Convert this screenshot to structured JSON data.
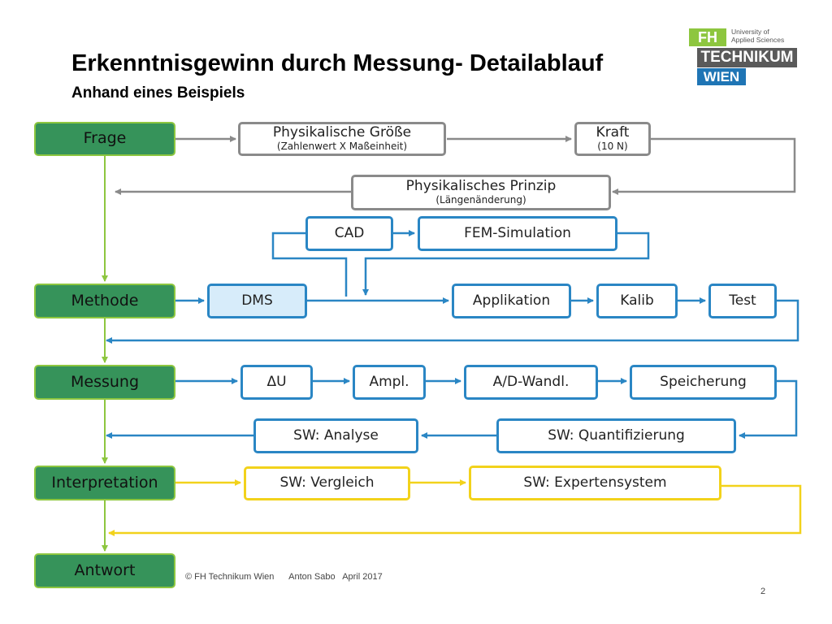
{
  "header": {
    "title": "Erkenntnisgewinn durch Messung- Detailablauf",
    "subtitle": "Anhand eines Beispiels"
  },
  "logo": {
    "fh": "FH",
    "university": "University of\nApplied Sciences",
    "technikum": "TECHNIKUM",
    "wien": "WIEN"
  },
  "stages": {
    "frage": "Frage",
    "methode": "Methode",
    "messung": "Messung",
    "interpretation": "Interpretation",
    "antwort": "Antwort"
  },
  "boxes": {
    "physikalische_groesse": {
      "label": "Physikalische Größe",
      "sub": "(Zahlenwert X Maßeinheit)"
    },
    "kraft": {
      "label": "Kraft",
      "sub": "(10 N)"
    },
    "physikalisches_prinzip": {
      "label": "Physikalisches Prinzip",
      "sub": "(Längenänderung)"
    },
    "cad": "CAD",
    "fem_simulation": "FEM-Simulation",
    "dms": "DMS",
    "applikation": "Applikation",
    "kalib": "Kalib",
    "test": "Test",
    "delta_u": "ΔU",
    "ampl": "Ampl.",
    "ad_wandl": "A/D-Wandl.",
    "speicherung": "Speicherung",
    "sw_analyse": "SW: Analyse",
    "sw_quantifizierung": "SW: Quantifizierung",
    "sw_vergleich": "SW: Vergleich",
    "sw_expertensystem": "SW: Expertensystem"
  },
  "footer": {
    "copyright": "© FH Technikum Wien",
    "author": "Anton Sabo",
    "date": "April 2017",
    "page": "2"
  },
  "colors": {
    "stage_fill": "#36935a",
    "stage_border": "#8dc63f",
    "grey": "#8a8a8a",
    "blue": "#2a86c4",
    "blue_fill": "#d7ecfa",
    "yellow": "#f2d21b",
    "green": "#8dc63f"
  }
}
